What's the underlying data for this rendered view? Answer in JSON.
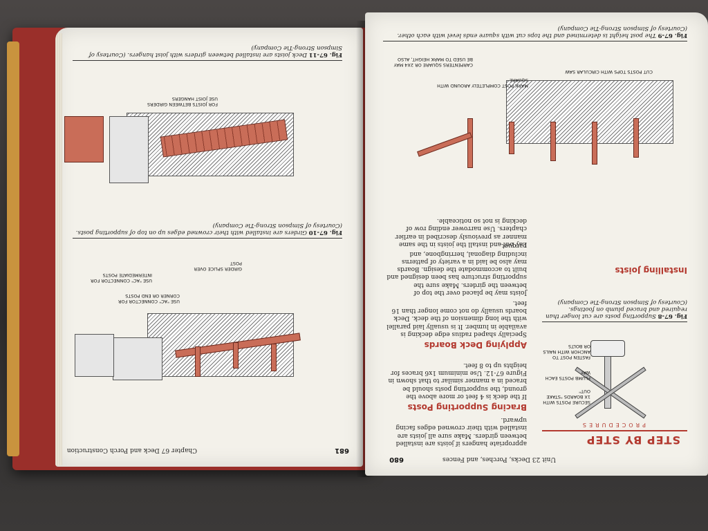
{
  "left_page": {
    "folio": "681",
    "running_head": "Chapter 67  Deck and Porch Construction",
    "fig_top": {
      "number": "Fig. 67-11",
      "caption": "Deck joists are installed between girders with joist hangers. (Courtesy of Simpson Strong-Tie Company)",
      "label": "FOR JOISTS BETWEEN GIRDERS USE JOIST HANGERS"
    },
    "fig_mid": {
      "number": "Fig. 67-10",
      "caption": "Girders are installed with their crowned edges up on top of supporting posts. (Courtesy of Simpson Strong-Tie Company)",
      "labels": [
        "USE \"AC\" CONNECTOR FOR CORNER OR END POSTS",
        "USE \"AC\" CONNECTOR FOR INTERMEDIATE POSTS",
        "GIRDER SPLICE OVER POST"
      ]
    }
  },
  "right_page": {
    "folio": "680",
    "running_head": "Unit 23  Decks, Porches, and Fences",
    "fig_top": {
      "number": "Fig. 67-9",
      "caption": "The post height is determined and the tops cut with square ends level with each other. (Courtesy of Simpson Strong-Tie Company)",
      "labels": [
        "MARK POST COMPLETELY AROUND WITH SQUARE",
        "CARPENTERS SQUARE OR 2x4 MAY BE USED TO MARK HEIGHT, ALSO",
        "CUT POSTS TOPS WITH CIRCULAR SAW"
      ]
    },
    "body_top": "Lay out and install the joists in the same manner as previously described in earlier chapters. Use narrower ending row of decking is not so noticeable.",
    "heading_joists": "Installing Joists",
    "body_joists": "Joists may be placed over the top of between the girders. Make sure the supporting structure has been designed and built to accommodate the design. Boards may also be laid in a variety of patterns including diagonal, herringbone, and parquet.",
    "fig_mid": {
      "number": "Fig. 67-8",
      "caption": "Supporting posts are cut longer than required and braced plumb on footings. (Courtesy of Simpson Strong-Tie Company)"
    },
    "heading_deck_boards": "Applying Deck Boards",
    "body_deck_boards": "Specially shaped radius edge decking is available in lumber. It is usually laid parallel with the long dimension of the deck. Deck boards usually do not come longer than 16 feet.",
    "heading_bracing": "Bracing Supporting Posts",
    "body_bracing": "If the deck is 4 feet or more above the ground, the supporting posts should be braced in a manner similar to that shown in Figure 67-12. Use minimum 1x6 braces for heights up to 8 feet.",
    "step_by_step": "STEP BY STEP",
    "procedures": "PROCEDURES",
    "step_labels": [
      "SECURE POSTS WITH 1x BOARDS \"STAKE OUT\"",
      "PLUMB POSTS EACH WAY",
      "FASTEN POST TO ANCHOR WITH NAILS OR BOLTS"
    ]
  }
}
